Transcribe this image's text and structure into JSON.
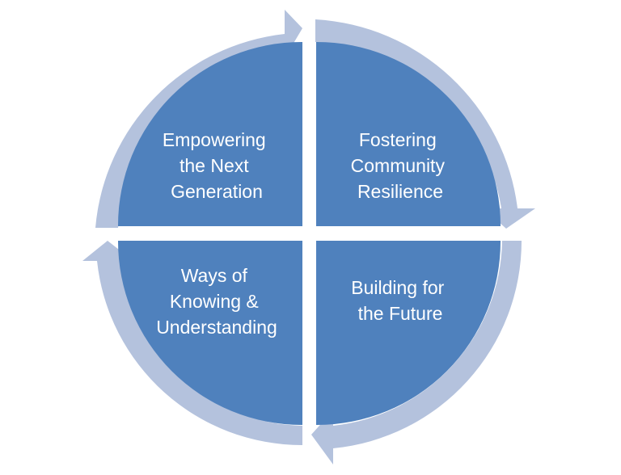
{
  "colors": {
    "segment": "#4f81bd",
    "arrow": "#b4c2dd",
    "label": "#ffffff",
    "background": "#ffffff"
  },
  "quadrants": [
    {
      "key": "top-left",
      "lines": [
        "Empowering",
        "the Next",
        "Generation"
      ]
    },
    {
      "key": "top-right",
      "lines": [
        "Fostering",
        "Community",
        "Resilience"
      ]
    },
    {
      "key": "bottom-right",
      "lines": [
        "Building for",
        "the Future"
      ]
    },
    {
      "key": "bottom-left",
      "lines": [
        "Ways of",
        "Knowing &",
        "Understanding"
      ]
    }
  ]
}
